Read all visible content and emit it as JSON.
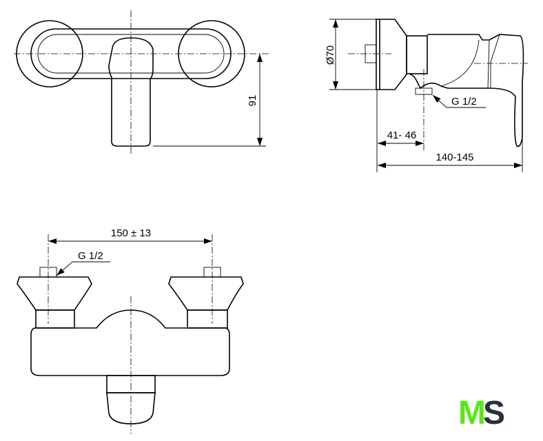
{
  "dimensions": {
    "top_height": "91",
    "side_diameter": "Ø70",
    "side_offset": "41- 46",
    "side_depth": "140-145",
    "side_thread": "G 1/2",
    "front_spacing": "150 ± 13",
    "front_thread": "G 1/2"
  },
  "logo": {
    "text_m": "M",
    "text_s": "S",
    "color_m": "#5ce61a",
    "color_s": "#28303e"
  }
}
